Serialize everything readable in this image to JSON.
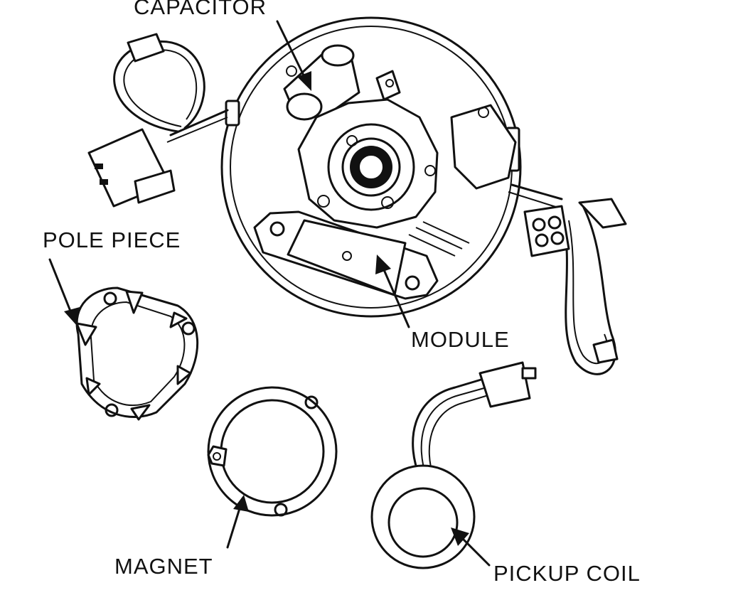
{
  "labels": {
    "capacitor": "CAPACITOR",
    "pole_piece": "POLE PIECE",
    "module": "MODULE",
    "magnet": "MAGNET",
    "pickup_coil": "PICKUP COIL"
  },
  "colors": {
    "ink": "#111111",
    "background": "#ffffff"
  }
}
